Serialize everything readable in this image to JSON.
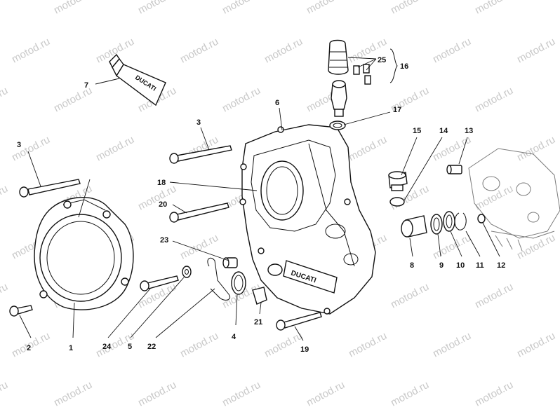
{
  "watermark": "motod.ru",
  "tube_text": "DUCATI",
  "cover_text": "DUCATI",
  "labels": {
    "p1": "1",
    "p2": "2",
    "p3a": "3",
    "p3b": "3",
    "p4": "4",
    "p5": "5",
    "p6": "6",
    "p7": "7",
    "p8": "8",
    "p9": "9",
    "p10": "10",
    "p11": "11",
    "p12": "12",
    "p13": "13",
    "p14": "14",
    "p15": "15",
    "p16": "16",
    "p17": "17",
    "p18": "18",
    "p19": "19",
    "p20": "20",
    "p21": "21",
    "p22": "22",
    "p23": "23",
    "p24": "24",
    "p25": "25"
  }
}
